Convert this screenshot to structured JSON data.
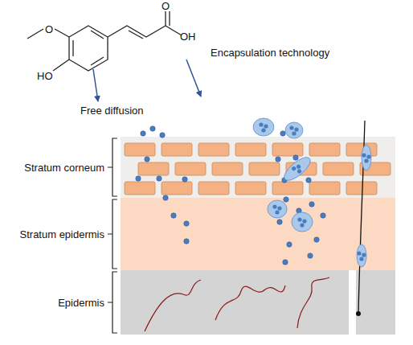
{
  "diagram": {
    "labels": [
      "O",
      "OH",
      "O",
      "HO",
      "Free diffusion",
      "Encapsulation technology",
      "Stratum corneum",
      "Stratum epidermis",
      "Epidermis"
    ]
  }
}
